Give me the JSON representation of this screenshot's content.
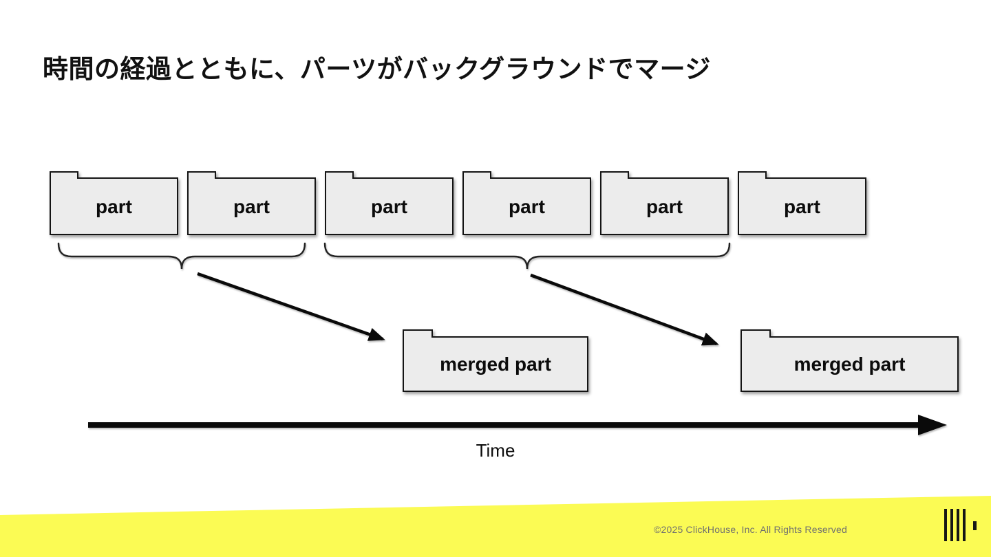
{
  "slide": {
    "title": "時間の経過とともに、パーツがバックグラウンドでマージ"
  },
  "diagram": {
    "parts": [
      {
        "label": "part"
      },
      {
        "label": "part"
      },
      {
        "label": "part"
      },
      {
        "label": "part"
      },
      {
        "label": "part"
      },
      {
        "label": "part"
      }
    ],
    "merged_parts": [
      {
        "label": "merged part"
      },
      {
        "label": "merged part"
      }
    ],
    "timeline_label": "Time",
    "box_fill": "#ececec",
    "box_border": "#141414",
    "arrow_color": "#0a0a0a"
  },
  "footer": {
    "copyright": "©2025 ClickHouse, Inc. All Rights Reserved",
    "brand_yellow": "#fbfb54",
    "logo_icon": "clickhouse-logo"
  }
}
